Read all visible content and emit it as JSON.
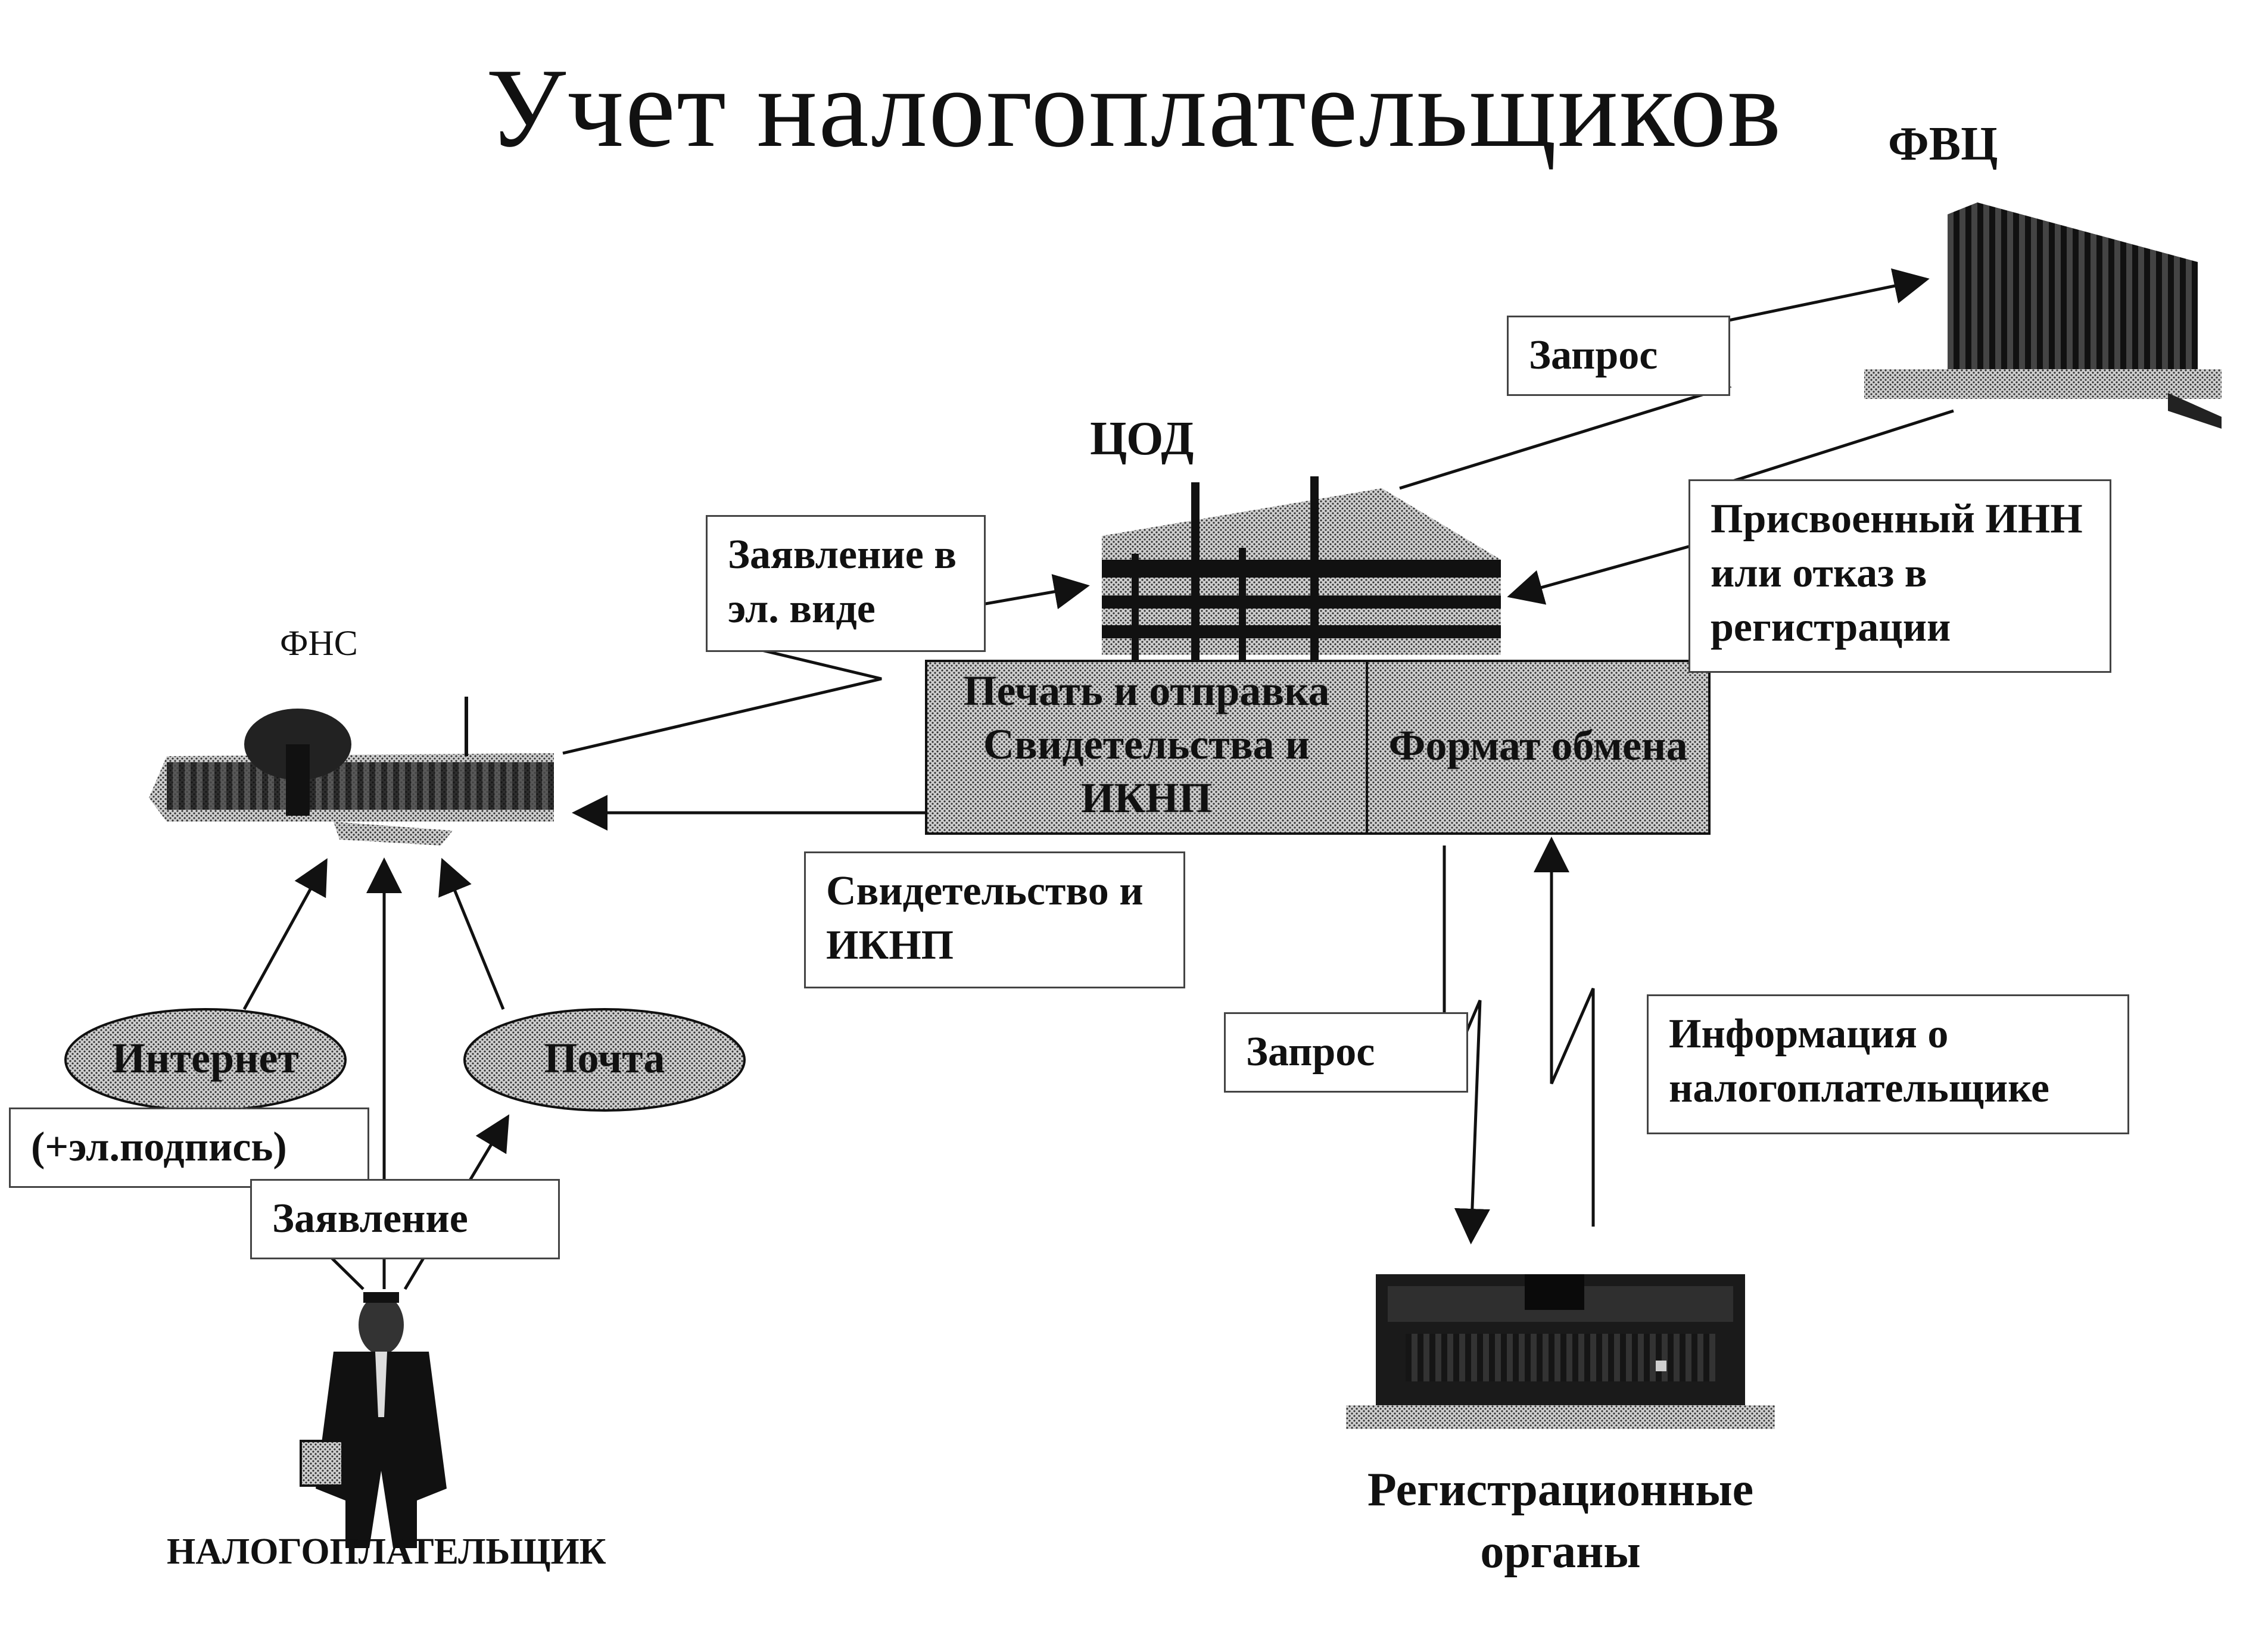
{
  "title": "Учет налогоплательщиков",
  "nodes": {
    "fvc": "ФВЦ",
    "cod": "ЦОД",
    "fns": "ФНС",
    "taxpayer": "НАЛОГОПЛАТЕЛЬЩИК",
    "reg_organs": "Регистрационные органы"
  },
  "cod_panel": {
    "left": "Печать и отправка Свидетельства и ИКНП",
    "right": "Формат обмена"
  },
  "boxes": {
    "zapros_top": "Запрос",
    "app_electronic": "Заявление в эл. виде",
    "assigned_inn": "Присвоенный ИНН или отказ в регистрации",
    "certificate": "Свидетельство и ИКНП",
    "zapros_bottom": "Запрос",
    "taxpayer_info": "Информация о налогоплательщике",
    "esign": "(+эл.подпись)",
    "application": "Заявление"
  },
  "channels": {
    "internet": "Интернет",
    "mail": "Почта"
  }
}
